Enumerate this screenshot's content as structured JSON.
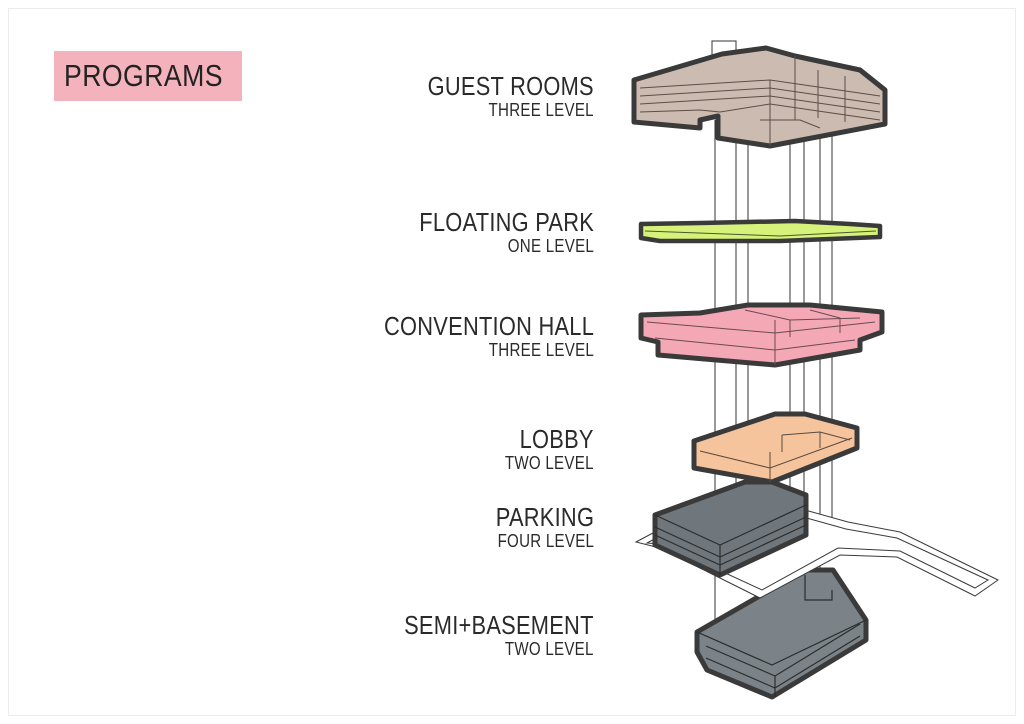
{
  "title": "PROGRAMS",
  "colors": {
    "title_bg": "#f4b3bc",
    "guest_rooms": "#c9b8ad",
    "floating_park": "#d6f27a",
    "convention_hall": "#f4a9b6",
    "lobby": "#f7c6a2",
    "parking": "#6c7479",
    "semi_basement": "#6c7479",
    "outline": "#555555"
  },
  "programs": [
    {
      "id": "guest_rooms",
      "name": "GUEST ROOMS",
      "levels": "THREE LEVEL"
    },
    {
      "id": "floating_park",
      "name": "FLOATING PARK",
      "levels": "ONE LEVEL"
    },
    {
      "id": "convention_hall",
      "name": "CONVENTION HALL",
      "levels": "THREE LEVEL"
    },
    {
      "id": "lobby",
      "name": "LOBBY",
      "levels": "TWO LEVEL"
    },
    {
      "id": "parking",
      "name": "PARKING",
      "levels": "FOUR LEVEL"
    },
    {
      "id": "semi_basement",
      "name": "SEMI+BASEMENT",
      "levels": "TWO LEVEL"
    }
  ]
}
